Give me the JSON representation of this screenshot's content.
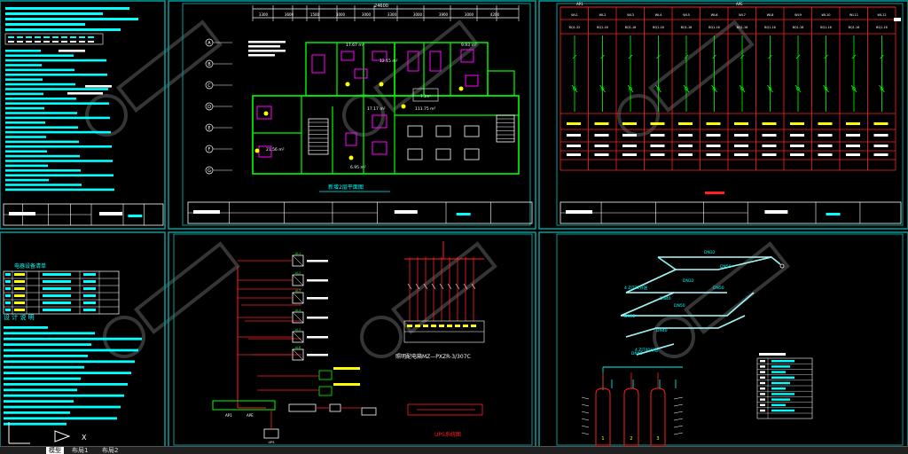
{
  "tabs": [
    {
      "label": "模型"
    },
    {
      "label": "布局1"
    },
    {
      "label": "布局2"
    }
  ],
  "floor_plan": {
    "title": "新增2层平面图",
    "top_dimension": "24600",
    "room_areas": [
      "17.67 m²",
      "12.15 m²",
      "9.93 m²",
      "17.17 m²",
      "111.75 m²",
      "21.56 m²",
      "6.95 m²"
    ],
    "grid_left": [
      "A",
      "B",
      "C",
      "D",
      "E",
      "F",
      "G"
    ]
  },
  "distribution_panel": {
    "top_labels": [
      "AP1",
      "APE"
    ],
    "circuit_codes": [
      "WL1",
      "WL2",
      "WL3",
      "WL4",
      "WL5",
      "WL6",
      "WL7",
      "WL8",
      "WL9",
      "WL10",
      "WL11",
      "WL12"
    ],
    "breaker_labels": [
      "BQ1-32",
      "BQ1-16",
      "BQ1-16",
      "BQ1-16",
      "BQ1-16",
      "BQ1-16",
      "BQ1-16",
      "BQ1-16",
      "BQ1-16",
      "BQ1-16",
      "BQ1-16",
      "BQ1-16"
    ]
  },
  "riser": {
    "boxes": [
      "AP1",
      "APE",
      "UPS"
    ],
    "labels": [
      "AL1",
      "AL2",
      "AL3",
      "AL4",
      "AL5",
      "AL6",
      "AL7",
      "AL8"
    ]
  },
  "ups": {
    "model_label": "照明配电箱MZ—PXZR-3/307C",
    "diagram_label": "UPS系统图"
  },
  "gas_pipe": {
    "labels": [
      "DN32",
      "DN50",
      "DN32",
      "DN50",
      "DN50",
      "DN40",
      "DN32",
      "DN40",
      "DN40"
    ],
    "nozzle_labels": [
      "4 ZJT32分送",
      "4 ZJT40分送"
    ],
    "cylinders": [
      "1",
      "2",
      "3"
    ]
  },
  "equipment_table": {
    "title": "电器设备清单"
  },
  "design_notes": {
    "title": "设 计 说 明"
  },
  "colors": {
    "background": "#000000",
    "frame": "#00a0a0",
    "cyan": "#00ffff",
    "green": "#00ff00",
    "red": "#ff2020",
    "magenta": "#ff00ff",
    "yellow": "#ffff00",
    "white": "#ffffff",
    "watermark": "#353535"
  }
}
